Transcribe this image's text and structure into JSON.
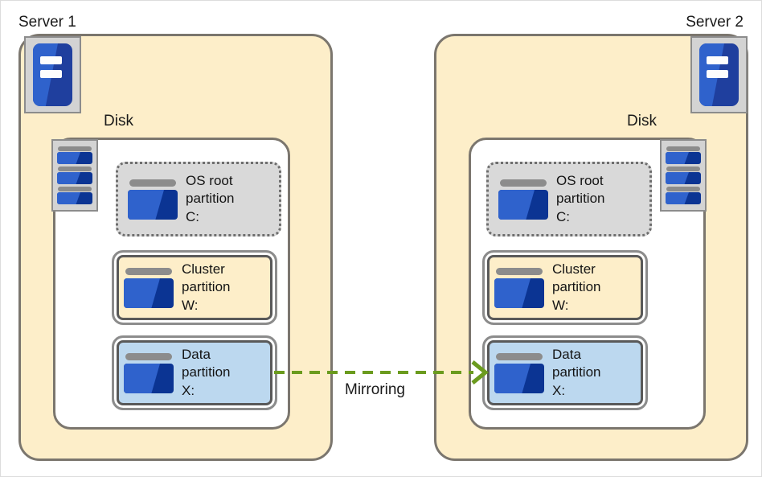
{
  "diagram": {
    "title_server1": "Server 1",
    "title_server2": "Server 2",
    "disk_label": "Disk",
    "mirroring_label": "Mirroring",
    "colors": {
      "server_fill": "#fdeec9",
      "server_border": "#7b766e",
      "disk_fill": "#ffffff",
      "os_partition_fill": "#d9d9d9",
      "cluster_partition_fill": "#fdeec9",
      "data_partition_fill": "#bcd8ef",
      "icon_blue_light": "#2f62cc",
      "icon_blue_dark": "#0b3493",
      "icon_gray": "#8c8c8c",
      "arrow_green": "#6b9b1e"
    },
    "icons": {
      "server": "server-tower-icon",
      "disk": "disk-stack-icon",
      "partition": "partition-icon"
    }
  },
  "servers": [
    {
      "name": "Server 1",
      "disk_label": "Disk",
      "partitions": [
        {
          "line1": "OS root",
          "line2": "partition",
          "line3": "C:",
          "style": "os"
        },
        {
          "line1": "Cluster",
          "line2": "partition",
          "line3": "W:",
          "style": "cluster"
        },
        {
          "line1": "Data",
          "line2": "partition",
          "line3": "X:",
          "style": "data"
        }
      ]
    },
    {
      "name": "Server 2",
      "disk_label": "Disk",
      "partitions": [
        {
          "line1": "OS root",
          "line2": "partition",
          "line3": "C:",
          "style": "os"
        },
        {
          "line1": "Cluster",
          "line2": "partition",
          "line3": "W:",
          "style": "cluster"
        },
        {
          "line1": "Data",
          "line2": "partition",
          "line3": "X:",
          "style": "data"
        }
      ]
    }
  ],
  "connection": {
    "label": "Mirroring",
    "from": "Server 1 Data partition X:",
    "to": "Server 2 Data partition X:",
    "style": "dashed-arrow",
    "direction": "left-to-right"
  }
}
